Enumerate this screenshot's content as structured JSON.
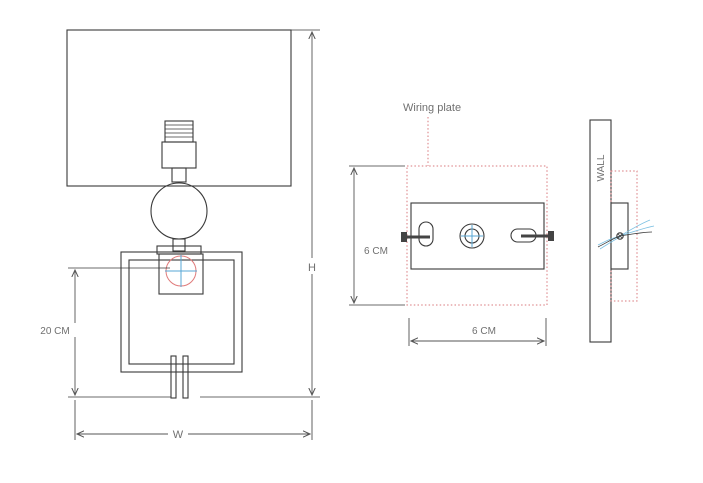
{
  "labels": {
    "height_dim": "H",
    "width_dim": "W",
    "frame_height_dim": "20 CM",
    "wiring_plate": "Wiring plate",
    "plate_height_dim": "6 CM",
    "plate_width_dim": "6 CM",
    "wall": "WALL"
  },
  "colors": {
    "line": "#3a3a3a",
    "text": "#707070",
    "dotted_outline": "#d9787c",
    "crosshair": "#57a7d6"
  }
}
